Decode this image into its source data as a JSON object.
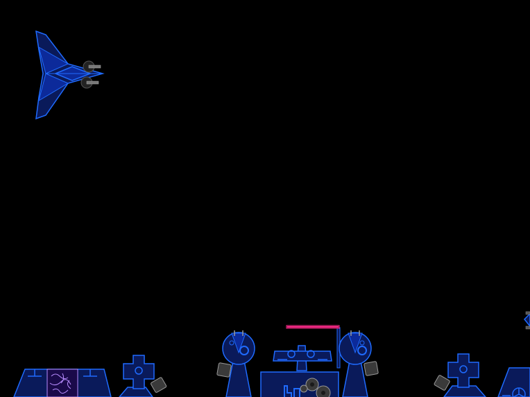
{
  "game": {
    "title": "",
    "colors": {
      "background": "#000000",
      "wire": "#1f6bff",
      "wire_dark": "#0b2a8a",
      "fill": "#0a1a5a",
      "fill_mid": "#0c2a9a",
      "purple": "#b88cff",
      "magenta": "#ff2a8a",
      "turret_gray": "#3a3a3a",
      "turret_gray_light": "#9a9a9a"
    }
  },
  "entities": {
    "player_ship": {
      "name": "player-ship",
      "type": "fighter",
      "facing": "right"
    },
    "enemy_ship_edge": {
      "name": "enemy-ship-edge",
      "type": "fighter",
      "facing": "left"
    },
    "base": {
      "name": "enemy-base",
      "modules": [
        "left-hangar-pad",
        "left-cross-tower",
        "left-radar-dish",
        "central-command",
        "docked-fighter",
        "right-radar-dish",
        "right-cross-tower",
        "right-gun-platform"
      ]
    },
    "health_bar": {
      "name": "base-health-bar",
      "fraction": 1.0
    }
  }
}
